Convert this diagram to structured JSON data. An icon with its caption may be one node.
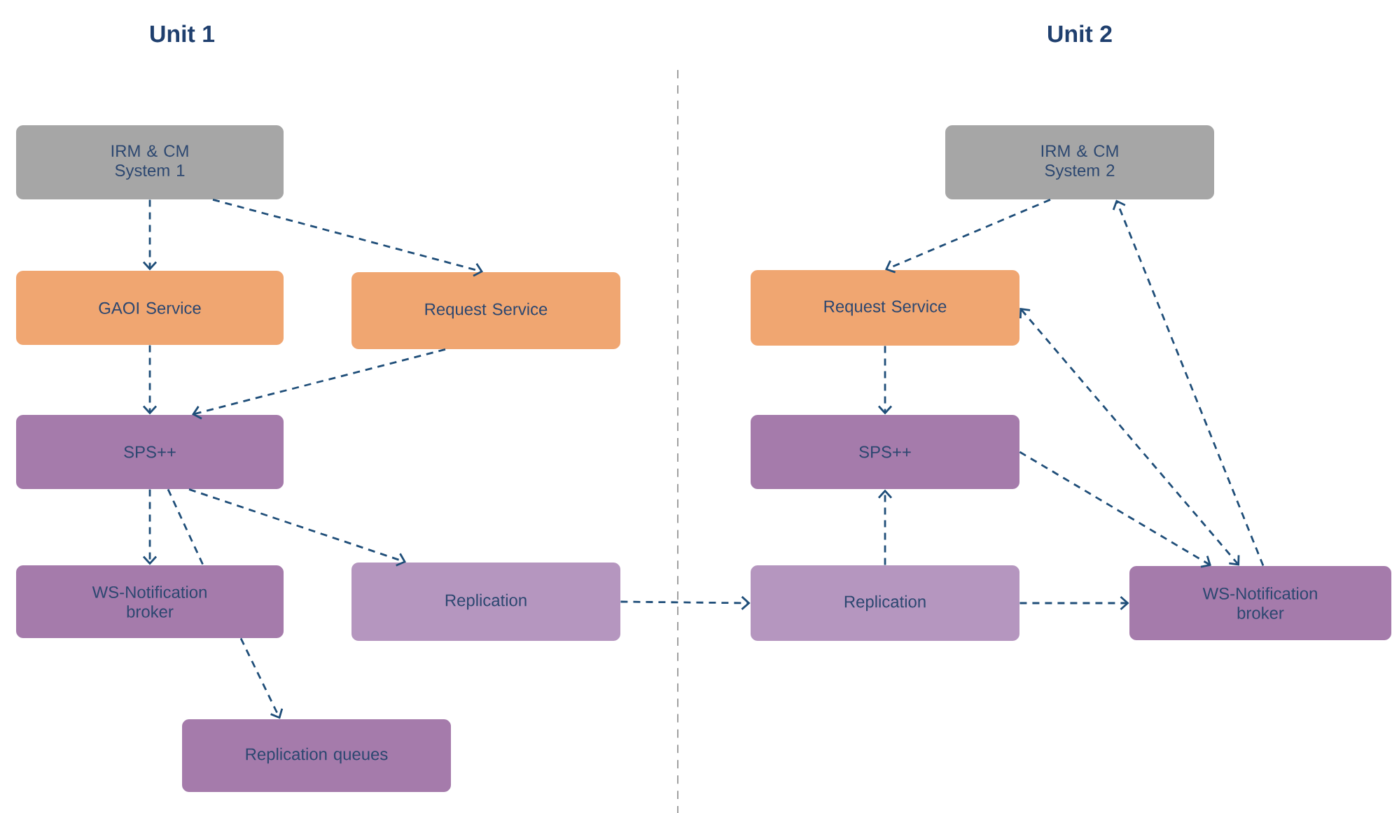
{
  "diagram": {
    "nodes": [
      {
        "text": [
          "IRM & CM System 1"
        ]
      },
      {
        "text": [
          "GAOI Service"
        ]
      },
      {
        "text": [
          "Request Service"
        ]
      },
      {
        "text": [
          "SPS++"
        ]
      },
      {
        "text": [
          "WS-Notification broker"
        ]
      },
      {
        "text": [
          "Replication"
        ]
      },
      {
        "text": [
          "Replication queues"
        ]
      },
      {
        "text": [
          "IRM & CM System 2"
        ]
      },
      {
        "text": [
          "Request Service"
        ]
      },
      {
        "text": [
          "SPS++"
        ]
      },
      {
        "text": [
          "Replication"
        ]
      },
      {
        "text": [
          "WS-Notification broker"
        ]
      }
    ],
    "edges": [
      {
        "from": 0,
        "to": 1,
        "arrow": "to"
      },
      {
        "from": 0,
        "to": 2,
        "arrow": "to"
      },
      {
        "from": 1,
        "to": 3,
        "arrow": "to"
      },
      {
        "from": 2,
        "to": 3,
        "arrow": "to"
      },
      {
        "from": 3,
        "to": 4,
        "arrow": "to"
      },
      {
        "from": 3,
        "to": 4,
        "arrow": "none"
      },
      {
        "from": 3,
        "to": 5,
        "arrow": "to"
      },
      {
        "from": 4,
        "to": 6,
        "arrow": "to"
      },
      {
        "from": 5,
        "to": 10,
        "arrow": "to"
      },
      {
        "from": 7,
        "to": 8,
        "arrow": "to"
      },
      {
        "from": 8,
        "to": 9,
        "arrow": "to"
      },
      {
        "from": 10,
        "to": 9,
        "arrow": "to"
      },
      {
        "from": 10,
        "to": 11,
        "arrow": "to"
      },
      {
        "from": 9,
        "to": 11,
        "arrow": "to"
      },
      {
        "from": 8,
        "to": 11,
        "arrow": "both"
      },
      {
        "from": 11,
        "to": 7,
        "arrow": "to"
      }
    ],
    "labels": [
      "Unit 1",
      "Unit 2"
    ]
  }
}
